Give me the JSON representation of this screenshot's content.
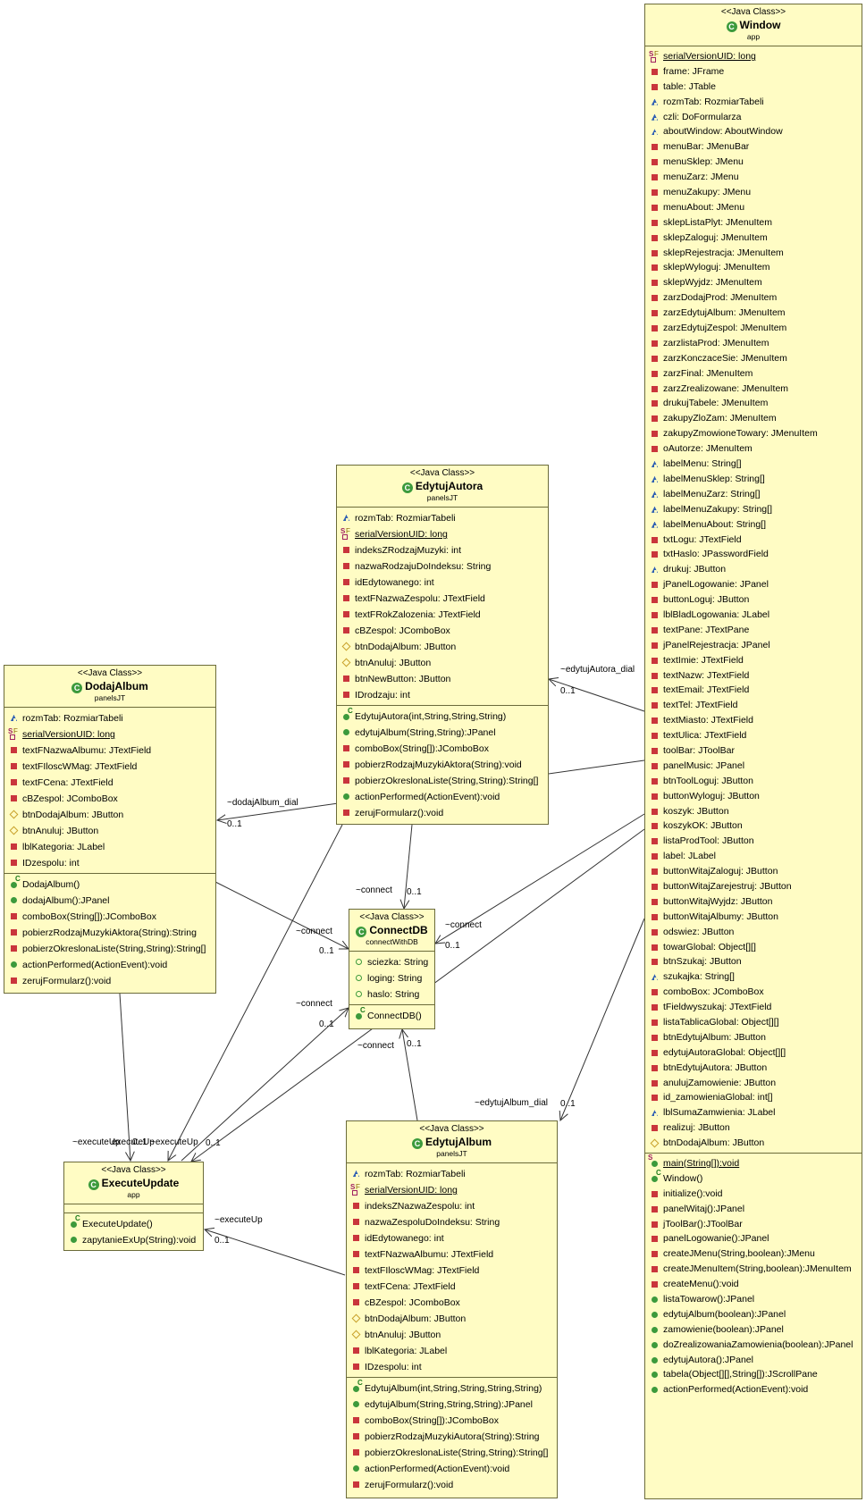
{
  "colors": {
    "class_fill": "#fffcc4",
    "class_border": "#6b6b3a",
    "private": "#c9353c",
    "public": "#3c9a3c",
    "package": "#2f5fb3",
    "protected": "#c8a12a"
  },
  "classes": {
    "window": {
      "stereotype": "<<Java Class>>",
      "name": "Window",
      "package": "app",
      "fields": [
        {
          "v": "static-final",
          "t": "serialVersionUID: long",
          "u": true
        },
        {
          "v": "private",
          "t": "frame: JFrame"
        },
        {
          "v": "private",
          "t": "table: JTable"
        },
        {
          "v": "package",
          "t": "rozmTab: RozmiarTabeli"
        },
        {
          "v": "package",
          "t": "czli: DoFormularza"
        },
        {
          "v": "package",
          "t": "aboutWindow: AboutWindow"
        },
        {
          "v": "private",
          "t": "menuBar: JMenuBar"
        },
        {
          "v": "private",
          "t": "menuSklep: JMenu"
        },
        {
          "v": "private",
          "t": "menuZarz: JMenu"
        },
        {
          "v": "private",
          "t": "menuZakupy: JMenu"
        },
        {
          "v": "private",
          "t": "menuAbout: JMenu"
        },
        {
          "v": "private",
          "t": "sklepListaPlyt: JMenuItem"
        },
        {
          "v": "private",
          "t": "sklepZaloguj: JMenuItem"
        },
        {
          "v": "private",
          "t": "sklepRejestracja: JMenuItem"
        },
        {
          "v": "private",
          "t": "sklepWyloguj: JMenuItem"
        },
        {
          "v": "private",
          "t": "sklepWyjdz: JMenuItem"
        },
        {
          "v": "private",
          "t": "zarzDodajProd: JMenuItem"
        },
        {
          "v": "private",
          "t": "zarzEdytujAlbum: JMenuItem"
        },
        {
          "v": "private",
          "t": "zarzEdytujZespol: JMenuItem"
        },
        {
          "v": "private",
          "t": "zarzlistaProd: JMenuItem"
        },
        {
          "v": "private",
          "t": "zarzKonczaceSie: JMenuItem"
        },
        {
          "v": "private",
          "t": "zarzFinal: JMenuItem"
        },
        {
          "v": "private",
          "t": "zarzZrealizowane: JMenuItem"
        },
        {
          "v": "private",
          "t": "drukujTabele: JMenuItem"
        },
        {
          "v": "private",
          "t": "zakupyZloZam: JMenuItem"
        },
        {
          "v": "private",
          "t": "zakupyZmowioneTowary: JMenuItem"
        },
        {
          "v": "private",
          "t": "oAutorze: JMenuItem"
        },
        {
          "v": "package",
          "t": "labelMenu: String[]"
        },
        {
          "v": "package",
          "t": "labelMenuSklep: String[]"
        },
        {
          "v": "package",
          "t": "labelMenuZarz: String[]"
        },
        {
          "v": "package",
          "t": "labelMenuZakupy: String[]"
        },
        {
          "v": "package",
          "t": "labelMenuAbout: String[]"
        },
        {
          "v": "private",
          "t": "txtLogu: JTextField"
        },
        {
          "v": "private",
          "t": "txtHaslo: JPasswordField"
        },
        {
          "v": "package",
          "t": "drukuj: JButton"
        },
        {
          "v": "private",
          "t": "jPanelLogowanie: JPanel"
        },
        {
          "v": "private",
          "t": "buttonLoguj: JButton"
        },
        {
          "v": "private",
          "t": "lblBladLogowania: JLabel"
        },
        {
          "v": "private",
          "t": "textPane: JTextPane"
        },
        {
          "v": "private",
          "t": "jPanelRejestracja: JPanel"
        },
        {
          "v": "private",
          "t": "textImie: JTextField"
        },
        {
          "v": "private",
          "t": "textNazw: JTextField"
        },
        {
          "v": "private",
          "t": "textEmail: JTextField"
        },
        {
          "v": "private",
          "t": "textTel: JTextField"
        },
        {
          "v": "private",
          "t": "textMiasto: JTextField"
        },
        {
          "v": "private",
          "t": "textUlica: JTextField"
        },
        {
          "v": "private",
          "t": "toolBar: JToolBar"
        },
        {
          "v": "private",
          "t": "panelMusic: JPanel"
        },
        {
          "v": "private",
          "t": "btnToolLoguj: JButton"
        },
        {
          "v": "private",
          "t": "buttonWyloguj: JButton"
        },
        {
          "v": "private",
          "t": "koszyk: JButton"
        },
        {
          "v": "private",
          "t": "koszykOK: JButton"
        },
        {
          "v": "private",
          "t": "listaProdTool: JButton"
        },
        {
          "v": "private",
          "t": "label: JLabel"
        },
        {
          "v": "private",
          "t": "buttonWitajZaloguj: JButton"
        },
        {
          "v": "private",
          "t": "buttonWitajZarejestruj: JButton"
        },
        {
          "v": "private",
          "t": "buttonWitajWyjdz: JButton"
        },
        {
          "v": "private",
          "t": "buttonWitajAlbumy: JButton"
        },
        {
          "v": "private",
          "t": "odswiez: JButton"
        },
        {
          "v": "private",
          "t": "towarGlobal: Object[][]"
        },
        {
          "v": "private",
          "t": "btnSzukaj: JButton"
        },
        {
          "v": "package",
          "t": "szukajka: String[]"
        },
        {
          "v": "private",
          "t": "comboBox: JComboBox"
        },
        {
          "v": "private",
          "t": "tFieldwyszukaj: JTextField"
        },
        {
          "v": "private",
          "t": "listaTablicaGlobal: Object[][]"
        },
        {
          "v": "private",
          "t": "btnEdytujAlbum: JButton"
        },
        {
          "v": "private",
          "t": "edytujAutoraGlobal: Object[][]"
        },
        {
          "v": "private",
          "t": "btnEdytujAutora: JButton"
        },
        {
          "v": "private",
          "t": "anulujZamowienie: JButton"
        },
        {
          "v": "private",
          "t": "id_zamowieniaGlobal: int[]"
        },
        {
          "v": "package",
          "t": "lblSumaZamwienia: JLabel"
        },
        {
          "v": "private",
          "t": "realizuj: JButton"
        },
        {
          "v": "protected",
          "t": "btnDodajAlbum: JButton"
        }
      ],
      "methods": [
        {
          "v": "static",
          "t": "main(String[]):void",
          "u": true
        },
        {
          "v": "ctor",
          "t": "Window()"
        },
        {
          "v": "private",
          "t": "initialize():void"
        },
        {
          "v": "private",
          "t": "panelWitaj():JPanel"
        },
        {
          "v": "private",
          "t": "jToolBar():JToolBar"
        },
        {
          "v": "private",
          "t": "panelLogowanie():JPanel"
        },
        {
          "v": "private",
          "t": "createJMenu(String,boolean):JMenu"
        },
        {
          "v": "private",
          "t": "createJMenuItem(String,boolean):JMenuItem"
        },
        {
          "v": "private",
          "t": "createMenu():void"
        },
        {
          "v": "public",
          "t": "listaTowarow():JPanel"
        },
        {
          "v": "public",
          "t": "edytujAlbum(boolean):JPanel"
        },
        {
          "v": "public",
          "t": "zamowienie(boolean):JPanel"
        },
        {
          "v": "public",
          "t": "doZrealizowaniaZamowienia(boolean):JPanel"
        },
        {
          "v": "public",
          "t": "edytujAutora():JPanel"
        },
        {
          "v": "public",
          "t": "tabela(Object[][],String[]):JScrollPane"
        },
        {
          "v": "public",
          "t": "actionPerformed(ActionEvent):void"
        }
      ]
    },
    "edytujAutora": {
      "stereotype": "<<Java Class>>",
      "name": "EdytujAutora",
      "package": "panelsJT",
      "fields": [
        {
          "v": "package",
          "t": "rozmTab: RozmiarTabeli"
        },
        {
          "v": "static-final",
          "t": "serialVersionUID: long",
          "u": true
        },
        {
          "v": "private",
          "t": "indeksZRodzajMuzyki: int"
        },
        {
          "v": "private",
          "t": "nazwaRodzajuDoIndeksu: String"
        },
        {
          "v": "private",
          "t": "idEdytowanego: int"
        },
        {
          "v": "private",
          "t": "textFNazwaZespolu: JTextField"
        },
        {
          "v": "private",
          "t": "textFRokZalozenia: JTextField"
        },
        {
          "v": "private",
          "t": "cBZespol: JComboBox"
        },
        {
          "v": "protected",
          "t": "btnDodajAlbum: JButton"
        },
        {
          "v": "protected",
          "t": "btnAnuluj: JButton"
        },
        {
          "v": "private",
          "t": "btnNewButton: JButton"
        },
        {
          "v": "private",
          "t": "IDrodzaju: int"
        }
      ],
      "methods": [
        {
          "v": "ctor",
          "t": "EdytujAutora(int,String,String,String)"
        },
        {
          "v": "public",
          "t": "edytujAlbum(String,String):JPanel"
        },
        {
          "v": "private",
          "t": "comboBox(String[]):JComboBox"
        },
        {
          "v": "private",
          "t": "pobierzRodzajMuzykiAktora(String):void"
        },
        {
          "v": "private",
          "t": "pobierzOkreslonaListe(String,String):String[]"
        },
        {
          "v": "public",
          "t": "actionPerformed(ActionEvent):void"
        },
        {
          "v": "private",
          "t": "zerujFormularz():void"
        }
      ]
    },
    "dodajAlbum": {
      "stereotype": "<<Java Class>>",
      "name": "DodajAlbum",
      "package": "panelsJT",
      "fields": [
        {
          "v": "package",
          "t": "rozmTab: RozmiarTabeli"
        },
        {
          "v": "static-final",
          "t": "serialVersionUID: long",
          "u": true
        },
        {
          "v": "private",
          "t": "textFNazwaAlbumu: JTextField"
        },
        {
          "v": "private",
          "t": "textFIloscWMag: JTextField"
        },
        {
          "v": "private",
          "t": "textFCena: JTextField"
        },
        {
          "v": "private",
          "t": "cBZespol: JComboBox"
        },
        {
          "v": "protected",
          "t": "btnDodajAlbum: JButton"
        },
        {
          "v": "protected",
          "t": "btnAnuluj: JButton"
        },
        {
          "v": "private",
          "t": "lblKategoria: JLabel"
        },
        {
          "v": "private",
          "t": "IDzespolu: int"
        }
      ],
      "methods": [
        {
          "v": "ctor",
          "t": "DodajAlbum()"
        },
        {
          "v": "public",
          "t": "dodajAlbum():JPanel"
        },
        {
          "v": "private",
          "t": "comboBox(String[]):JComboBox"
        },
        {
          "v": "private",
          "t": "pobierzRodzajMuzykiAktora(String):String"
        },
        {
          "v": "private",
          "t": "pobierzOkreslonaListe(String,String):String[]"
        },
        {
          "v": "public",
          "t": "actionPerformed(ActionEvent):void"
        },
        {
          "v": "private",
          "t": "zerujFormularz():void"
        }
      ]
    },
    "connectDB": {
      "stereotype": "<<Java Class>>",
      "name": "ConnectDB",
      "package": "connectWithDB",
      "fields": [
        {
          "v": "package-open",
          "t": "sciezka: String"
        },
        {
          "v": "package-open",
          "t": "loging: String"
        },
        {
          "v": "package-open",
          "t": "haslo: String"
        }
      ],
      "methods": [
        {
          "v": "ctor",
          "t": "ConnectDB()"
        }
      ]
    },
    "executeUpdate": {
      "stereotype": "<<Java Class>>",
      "name": "ExecuteUpdate",
      "package": "app",
      "fields": [],
      "methods": [
        {
          "v": "ctor",
          "t": "ExecuteUpdate()"
        },
        {
          "v": "public",
          "t": "zapytanieExUp(String):void"
        }
      ]
    },
    "edytujAlbum": {
      "stereotype": "<<Java Class>>",
      "name": "EdytujAlbum",
      "package": "panelsJT",
      "fields": [
        {
          "v": "package",
          "t": "rozmTab: RozmiarTabeli"
        },
        {
          "v": "static-final",
          "t": "serialVersionUID: long",
          "u": true
        },
        {
          "v": "private",
          "t": "indeksZNazwaZespolu: int"
        },
        {
          "v": "private",
          "t": "nazwaZespoluDoIndeksu: String"
        },
        {
          "v": "private",
          "t": "idEdytowanego: int"
        },
        {
          "v": "private",
          "t": "textFNazwaAlbumu: JTextField"
        },
        {
          "v": "private",
          "t": "textFIloscWMag: JTextField"
        },
        {
          "v": "private",
          "t": "textFCena: JTextField"
        },
        {
          "v": "private",
          "t": "cBZespol: JComboBox"
        },
        {
          "v": "protected",
          "t": "btnDodajAlbum: JButton"
        },
        {
          "v": "protected",
          "t": "btnAnuluj: JButton"
        },
        {
          "v": "private",
          "t": "lblKategoria: JLabel"
        },
        {
          "v": "private",
          "t": "IDzespolu: int"
        }
      ],
      "methods": [
        {
          "v": "ctor",
          "t": "EdytujAlbum(int,String,String,String,String)"
        },
        {
          "v": "public",
          "t": "edytujAlbum(String,String,String):JPanel"
        },
        {
          "v": "private",
          "t": "comboBox(String[]):JComboBox"
        },
        {
          "v": "private",
          "t": "pobierzRodzajMuzykiAutora(String):String"
        },
        {
          "v": "private",
          "t": "pobierzOkreslonaListe(String,String):String[]"
        },
        {
          "v": "public",
          "t": "actionPerformed(ActionEvent):void"
        },
        {
          "v": "private",
          "t": "zerujFormularz():void"
        }
      ]
    }
  },
  "edge_labels": {
    "edytujAutora_dial": "~edytujAutora_dial",
    "edytujAutora_dial_mult": "0..1",
    "dodajAlbum_dial": "~dodajAlbum_dial",
    "dodajAlbum_dial_mult": "0..1",
    "connect_ea": "~connect",
    "connect_ea_mult": "0..1",
    "connect_da": "~connect",
    "connect_da_mult": "0..1",
    "connect_win": "~connect",
    "connect_win_mult": "0..1",
    "connect_eu": "~connect",
    "connect_eu_mult": "0..1",
    "connect_eal": "~connect",
    "connect_eal_mult": "0..1",
    "edytujAlbum_dial": "~edytujAlbum_dial",
    "edytujAlbum_dial_mult": "0..1",
    "executeUp_top": "~executeUp",
    "executeUp_top2": "executeUp",
    "executeUp_top3": "0..1",
    "executeUp_top4": "~executeUp",
    "executeUp_top5": "0..1",
    "executeUp_bottom": "~executeUp",
    "executeUp_bottom_mult": "0..1"
  }
}
